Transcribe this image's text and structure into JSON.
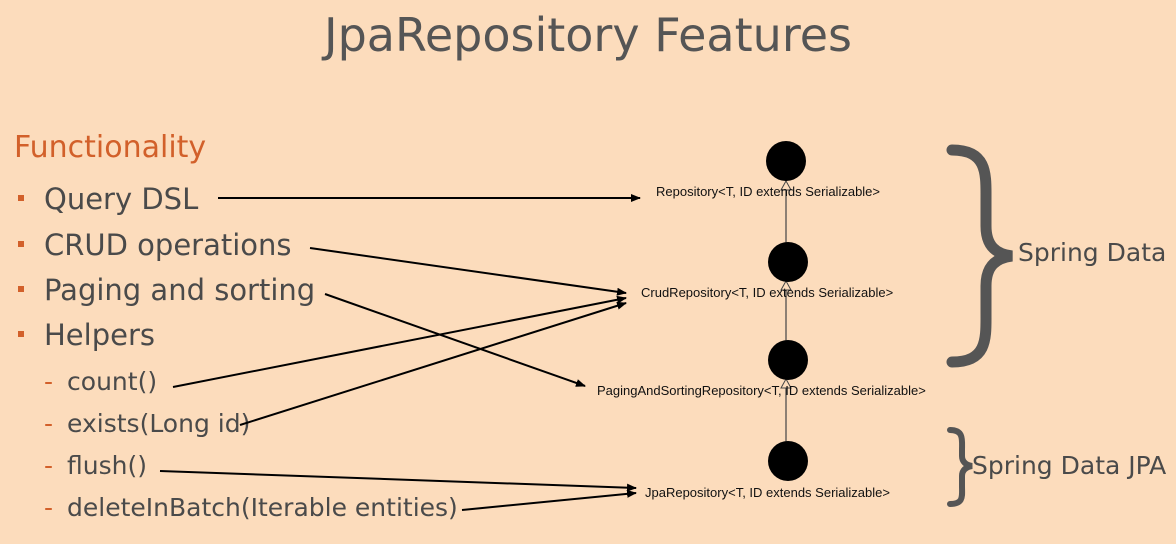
{
  "title": "JpaRepository Features",
  "functionality": {
    "heading": "Functionality",
    "items": [
      "Query DSL",
      "CRUD operations",
      "Paging and sorting",
      "Helpers"
    ],
    "helpers": [
      "count()",
      "exists(Long id)",
      "flush()",
      "deleteInBatch(Iterable entities)"
    ]
  },
  "nodes": [
    "Repository<T, ID extends Serializable>",
    "CrudRepository<T, ID extends Serializable>",
    "PagingAndSortingRepository<T, ID extends Serializable>",
    "JpaRepository<T, ID extends Serializable>"
  ],
  "groups": {
    "spring_data": "Spring Data",
    "spring_data_jpa": "Spring Data JPA"
  },
  "colors": {
    "background": "#fcdcbc",
    "accent": "#d2602a",
    "text": "#4a4a4a",
    "brace": "#555555"
  }
}
